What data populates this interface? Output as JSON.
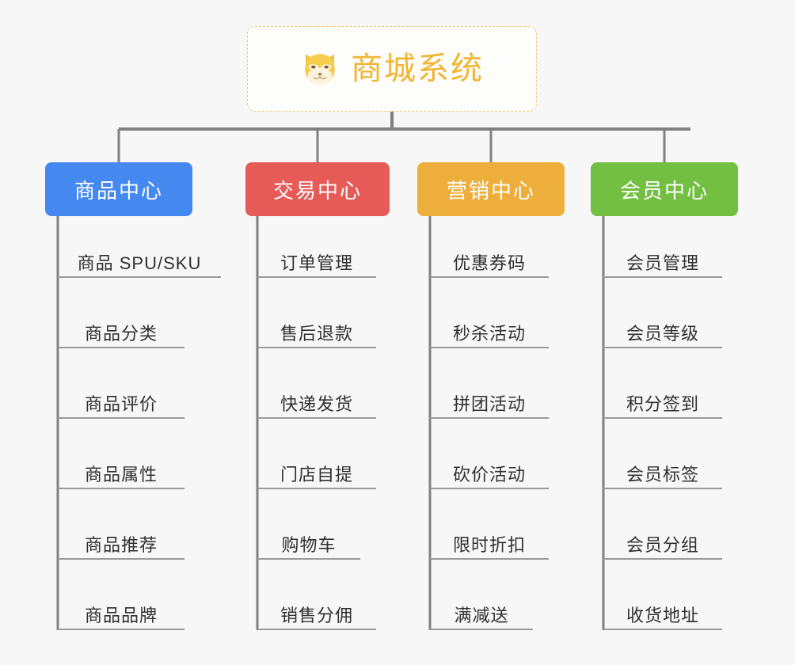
{
  "diagram": {
    "title": "商城系统",
    "background_color": "#f7f7f7",
    "root": {
      "label": "商城系统",
      "icon": "shiba-dog-icon",
      "text_color": "#f2b532",
      "border_color": "#f0c675",
      "fill_color": "#fdfdfb"
    },
    "connector_color": "#808080",
    "leaf_underline_color": "#9a9a9a",
    "leaf_text_color": "#303030",
    "branches": [
      {
        "label": "商品中心",
        "color": "#4588f0",
        "items": [
          "商品 SPU/SKU",
          "商品分类",
          "商品评价",
          "商品属性",
          "商品推荐",
          "商品品牌"
        ]
      },
      {
        "label": "交易中心",
        "color": "#e65b58",
        "items": [
          "订单管理",
          "售后退款",
          "快递发货",
          "门店自提",
          "购物车",
          "销售分佣"
        ]
      },
      {
        "label": "营销中心",
        "color": "#edae3c",
        "items": [
          "优惠券码",
          "秒杀活动",
          "拼团活动",
          "砍价活动",
          "限时折扣",
          "满减送"
        ]
      },
      {
        "label": "会员中心",
        "color": "#72bf41",
        "items": [
          "会员管理",
          "会员等级",
          "积分签到",
          "会员标签",
          "会员分组",
          "收货地址"
        ]
      }
    ]
  }
}
